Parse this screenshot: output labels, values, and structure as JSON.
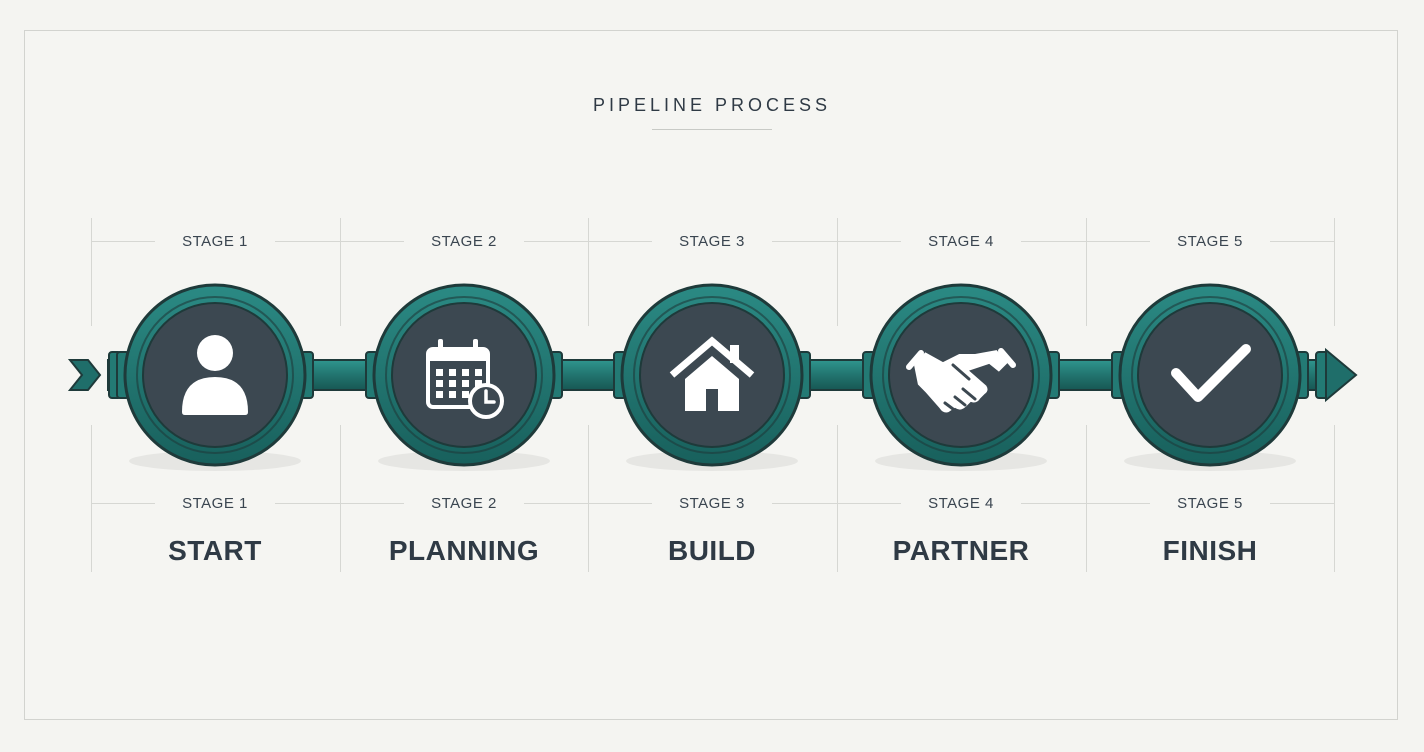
{
  "title": "PIPELINE PROCESS",
  "colors": {
    "teal": "#1f6e6a",
    "teal_light": "#2a8a84",
    "dark": "#3c4851",
    "outline": "#1e3a3a",
    "icon": "#ffffff"
  },
  "stages": [
    {
      "top_label": "STAGE 1",
      "bottom_label": "STAGE 1",
      "name": "START",
      "icon": "user-icon"
    },
    {
      "top_label": "STAGE 2",
      "bottom_label": "STAGE 2",
      "name": "PLANNING",
      "icon": "calendar-clock-icon"
    },
    {
      "top_label": "STAGE 3",
      "bottom_label": "STAGE 3",
      "name": "BUILD",
      "icon": "house-icon"
    },
    {
      "top_label": "STAGE 4",
      "bottom_label": "STAGE 4",
      "name": "PARTNER",
      "icon": "handshake-icon"
    },
    {
      "top_label": "STAGE 5",
      "bottom_label": "STAGE 5",
      "name": "FINISH",
      "icon": "checkmark-icon"
    }
  ]
}
